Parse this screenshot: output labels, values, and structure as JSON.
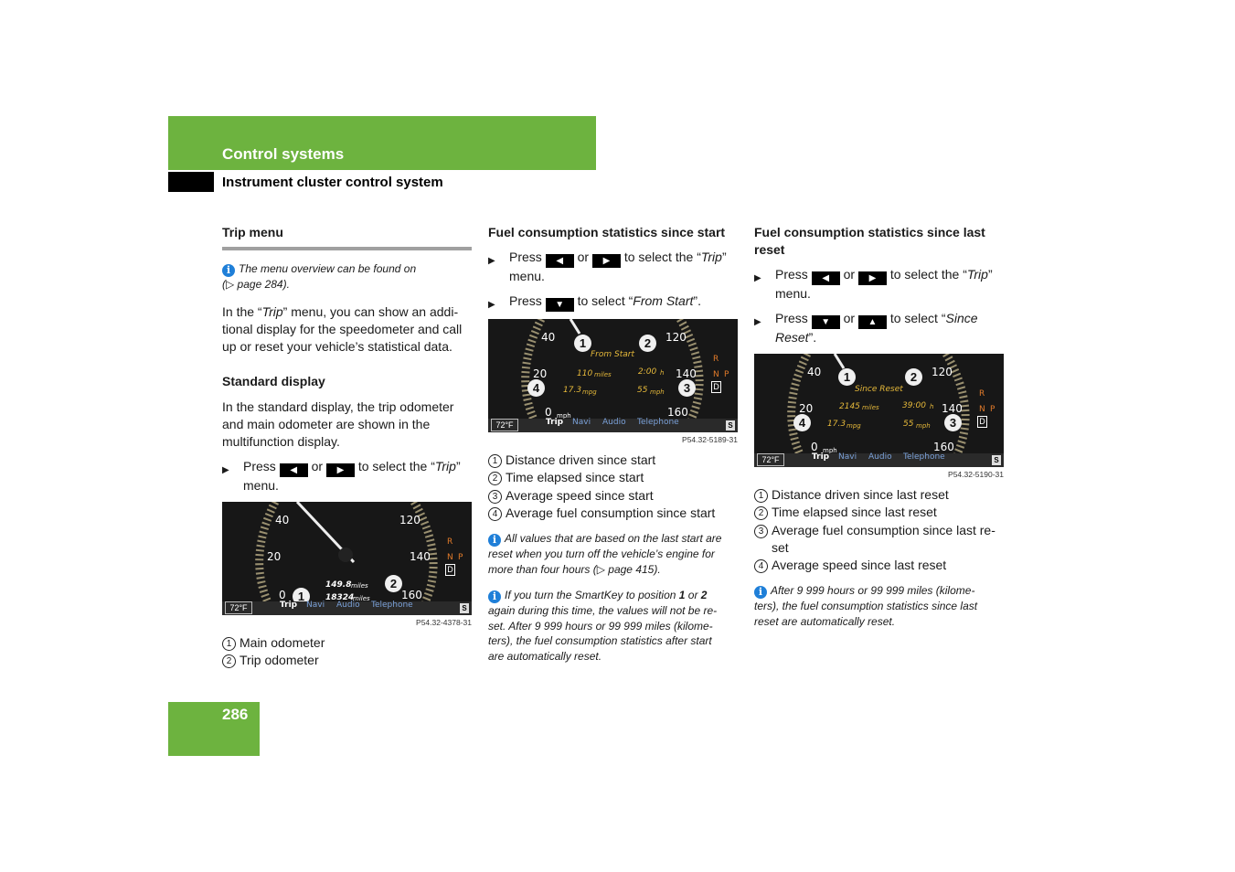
{
  "header": {
    "section": "Control systems",
    "subsection": "Instrument cluster control system"
  },
  "page_number": "286",
  "col1": {
    "title": "Trip menu",
    "note": "The menu overview can be found on",
    "note_ref": "(▷ page 284).",
    "intro_a": "In the “",
    "intro_trip": "Trip",
    "intro_b": "” menu, you can show an addi-",
    "intro_l2": "tional display for the speedometer and call",
    "intro_l3": "up or reset your vehicle’s statistical data.",
    "subtitle": "Standard display",
    "std_l1": "In the standard display, the trip odometer",
    "std_l2": "and main odometer are shown in the",
    "std_l3": "multifunction display.",
    "step1": {
      "press": "Press",
      "or": "or",
      "to": "to select the “",
      "menu_name": "Trip",
      "end": "”",
      "l2": "menu."
    },
    "display": {
      "speeds": [
        "40",
        "20",
        "0",
        "120",
        "140",
        "160"
      ],
      "trip_miles": "149.8",
      "main_miles": "18324",
      "unit": "miles",
      "temp": "72°F",
      "menu": [
        "Trip",
        "Navi",
        "Audio",
        "Telephone"
      ],
      "gears": [
        "R",
        "N",
        "P",
        "D"
      ],
      "s": "S"
    },
    "caption": "P54.32-4378-31",
    "items": [
      "Main odometer",
      "Trip odometer"
    ]
  },
  "col2": {
    "title": "Fuel consumption statistics since start",
    "step1": {
      "press": "Press",
      "or": "or",
      "to": "to select the “",
      "menu_name": "Trip",
      "end": "”",
      "l2": "menu."
    },
    "step2": {
      "press": "Press",
      "to": "to select “",
      "option": "From Start",
      "end": "”."
    },
    "display": {
      "label": "From Start",
      "distance": "110",
      "distance_unit": "miles",
      "time": "2:00",
      "time_unit": "h",
      "fuel": "17.3",
      "fuel_unit": "mpg",
      "speed": "55",
      "speed_unit": "mph",
      "speeds": [
        "40",
        "20",
        "0",
        "120",
        "140",
        "160"
      ],
      "speed_zero_unit": "mph",
      "temp": "72°F",
      "menu": [
        "Trip",
        "Navi",
        "Audio",
        "Telephone"
      ],
      "s": "S"
    },
    "caption": "P54.32-5189-31",
    "items": [
      "Distance driven since start",
      "Time elapsed since start",
      "Average speed since start",
      "Average fuel consumption since start"
    ],
    "note1": [
      "All values that are based on the last start are",
      "reset when you turn off the vehicle’s engine for",
      "more than four hours (▷ page 415)."
    ],
    "note2_a": "If you turn the SmartKey to position ",
    "note2_p1": "1",
    "note2_or": " or ",
    "note2_p2": "2",
    "note2_lines": [
      "again during this time, the values will not be re-",
      "set. After 9 999 hours or 99 999 miles (kilome-",
      "ters), the fuel consumption statistics after start",
      "are automatically reset."
    ]
  },
  "col3": {
    "title_l1": "Fuel consumption statistics since last",
    "title_l2": "reset",
    "step1": {
      "press": "Press",
      "or": "or",
      "to": "to select the “",
      "menu_name": "Trip",
      "end": "”",
      "l2": "menu."
    },
    "step2": {
      "press": "Press",
      "or": "or",
      "to": "to select “",
      "option_l1": "Since",
      "option_l2": "Reset",
      "end": "”."
    },
    "display": {
      "label": "Since Reset",
      "distance": "2145",
      "distance_unit": "miles",
      "time": "39:00",
      "time_unit": "h",
      "fuel": "17.3",
      "fuel_unit": "mpg",
      "speed": "55",
      "speed_unit": "mph",
      "speeds": [
        "40",
        "20",
        "0",
        "120",
        "140",
        "160"
      ],
      "speed_zero_unit": "mph",
      "temp": "72°F",
      "menu": [
        "Trip",
        "Navi",
        "Audio",
        "Telephone"
      ],
      "s": "S"
    },
    "caption": "P54.32-5190-31",
    "items": [
      "Distance driven since last reset",
      "Time elapsed since last reset",
      "Average fuel consumption since last re-",
      "set",
      "Average speed since last reset"
    ],
    "note": [
      "After 9 999 hours or 99 999 miles (kilome-",
      "ters), the fuel consumption statistics since last",
      "reset are automatically reset."
    ]
  },
  "icons": {
    "left": "left-arrow-key-icon",
    "right": "right-arrow-key-icon",
    "down": "down-arrow-key-icon",
    "up": "up-arrow-key-icon",
    "info": "info-icon"
  },
  "colors": {
    "accent_green": "#6db33f",
    "info_blue": "#1f7fd8"
  }
}
